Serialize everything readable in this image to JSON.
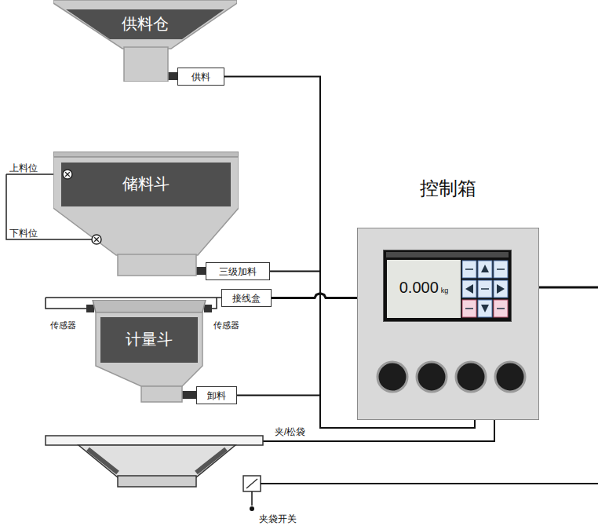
{
  "diagram": {
    "nodes": [
      {
        "text": [
          "供料仓"
        ]
      },
      {
        "text": [
          "供料"
        ]
      },
      {
        "text": [
          "储料斗"
        ]
      },
      {
        "text": [
          "控制箱"
        ]
      },
      {
        "text": [
          "0.000",
          "kg"
        ],
        "in": 3
      },
      {
        "text": [
          "三级加料"
        ]
      },
      {
        "text": [
          "接线盒"
        ]
      },
      {
        "text": [
          "计量斗"
        ]
      },
      {
        "text": [
          "卸料"
        ]
      }
    ],
    "edges": [
      {
        "from": 1,
        "to": 3,
        "arrow": "none"
      },
      {
        "from": 5,
        "to": 3,
        "arrow": "none"
      },
      {
        "from": 6,
        "to": 3,
        "arrow": "none"
      },
      {
        "from": 8,
        "to": 3,
        "arrow": "none"
      }
    ],
    "labels": [
      "上料位",
      "下料位",
      "传感器",
      "传感器",
      "夹/松袋",
      "夹袋开关"
    ]
  }
}
